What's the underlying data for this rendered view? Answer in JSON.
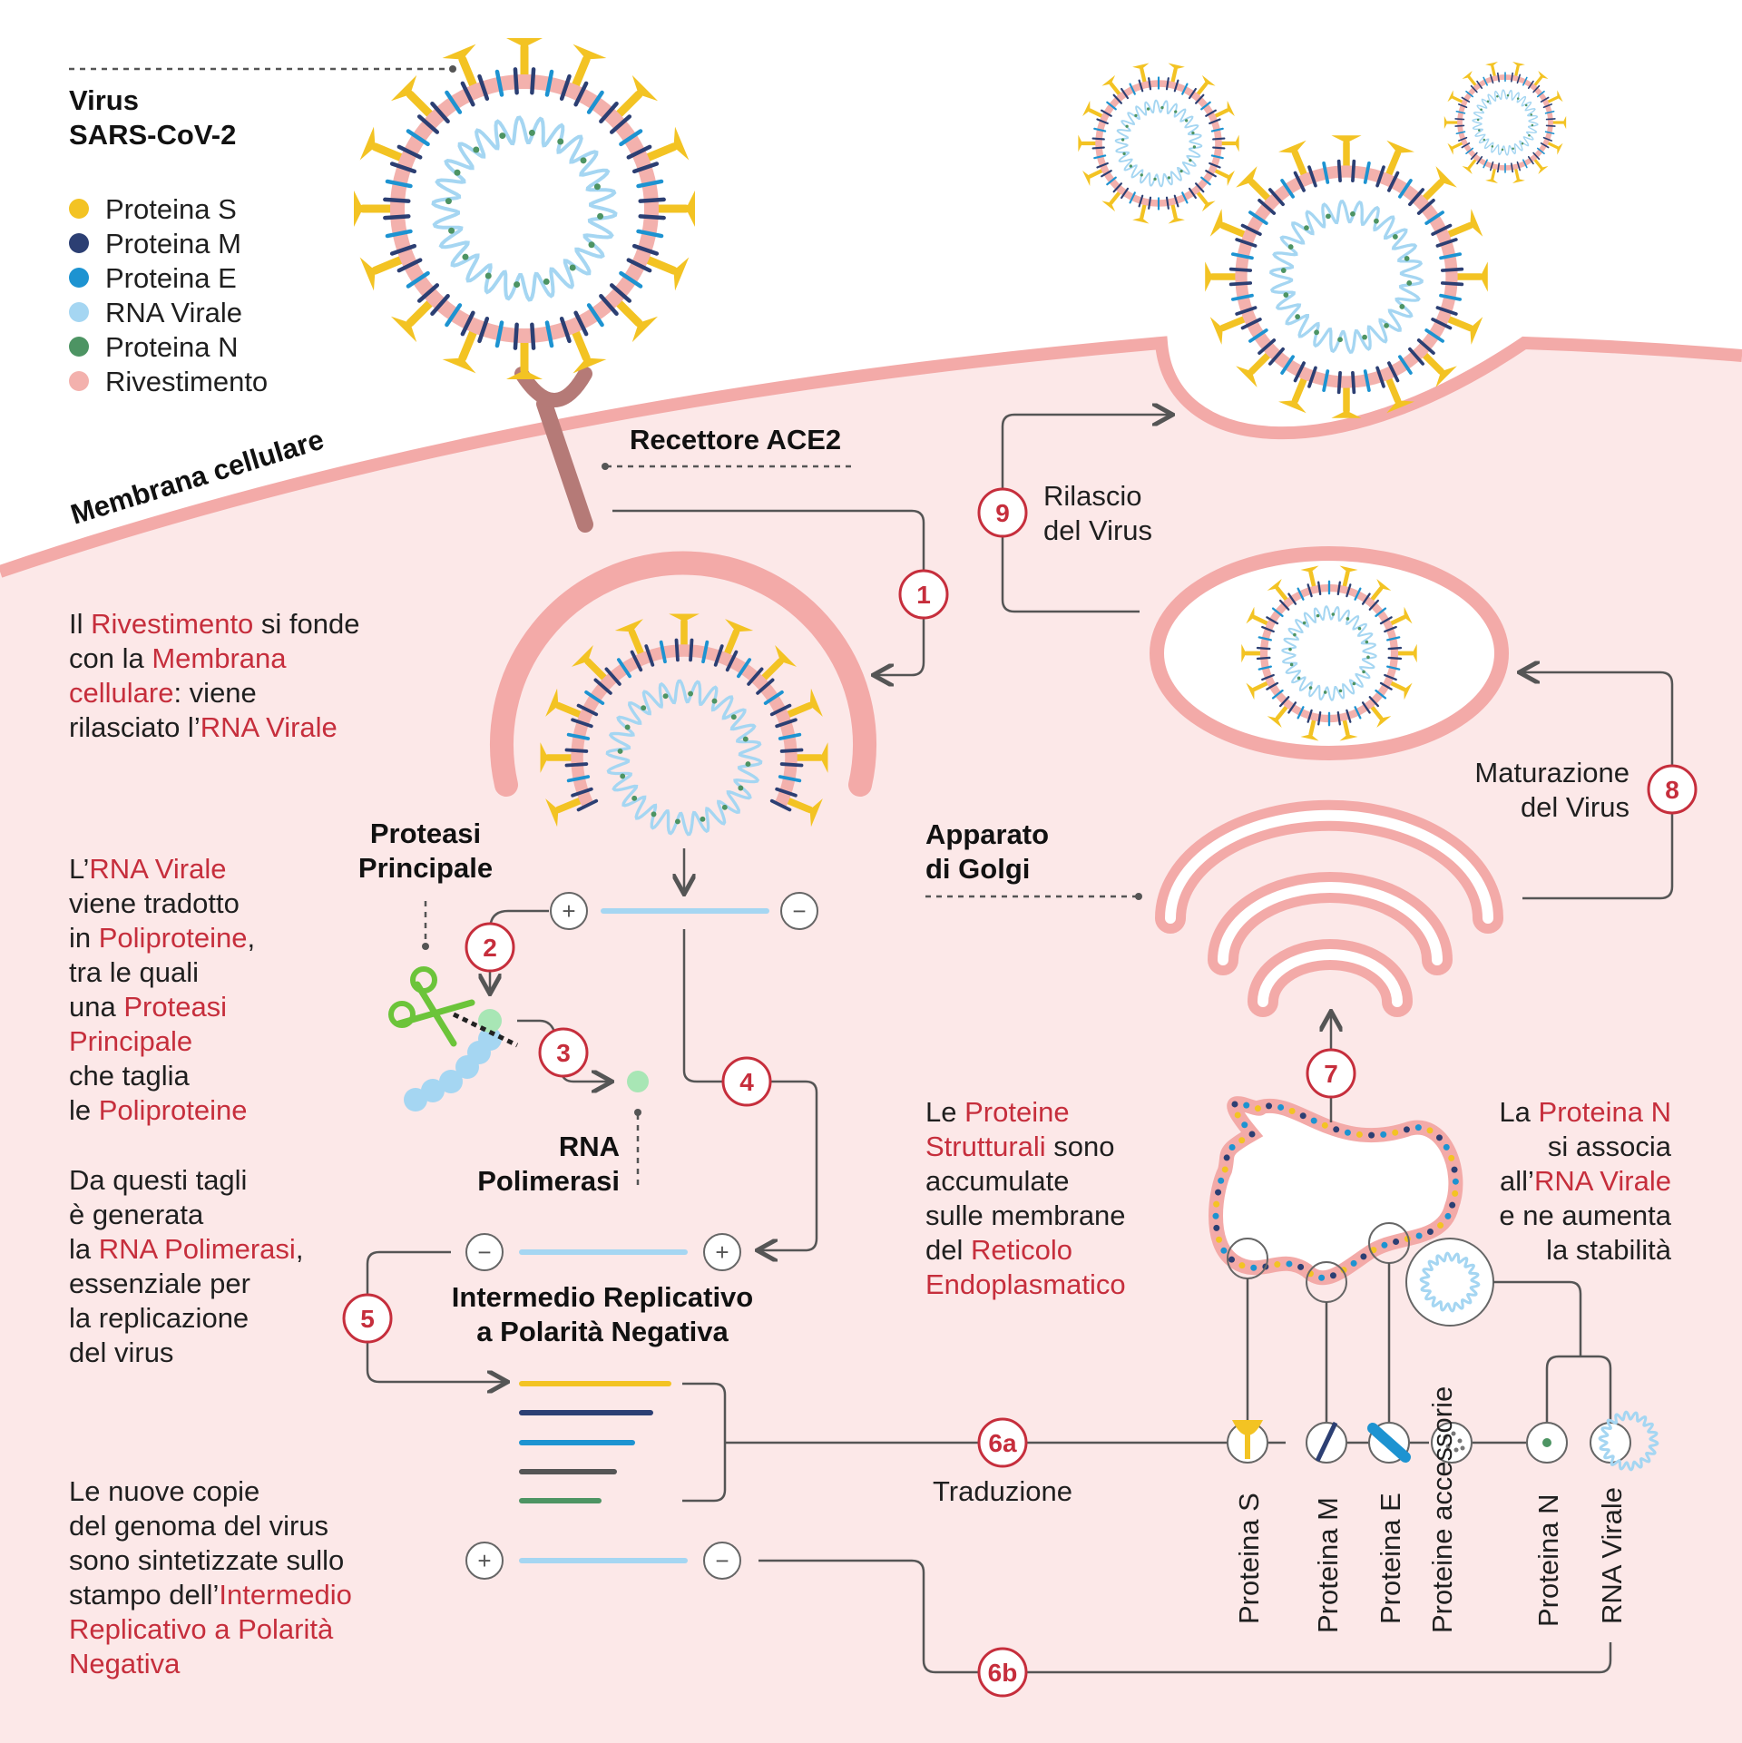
{
  "legend": {
    "title_line1": "Virus",
    "title_line2": "SARS-CoV-2",
    "items": [
      {
        "label": "Proteina S",
        "color": "#f3c323"
      },
      {
        "label": "Proteina M",
        "color": "#2c3f73"
      },
      {
        "label": "Proteina E",
        "color": "#1d93d1"
      },
      {
        "label": "RNA Virale",
        "color": "#a5d6f2"
      },
      {
        "label": "Proteina N",
        "color": "#4d9463"
      },
      {
        "label": "Rivestimento",
        "color": "#f3b1ad"
      }
    ]
  },
  "labels": {
    "membrane": "Membrana cellulare",
    "receptor": "Recettore ACE2",
    "protease_l1": "Proteasi",
    "protease_l2": "Principale",
    "polymerase_l1": "RNA",
    "polymerase_l2": "Polimerasi",
    "intermediate_l1": "Intermedio Replicativo",
    "intermediate_l2": "a Polarità Negativa",
    "golgi_l1": "Apparato",
    "golgi_l2": "di Golgi",
    "release_l1": "Rilascio",
    "release_l2": "del Virus",
    "maturation_l1": "Maturazione",
    "maturation_l2": "del Virus",
    "translation": "Traduzione"
  },
  "steps": [
    "1",
    "2",
    "3",
    "4",
    "5",
    "6a",
    "6b",
    "7",
    "8",
    "9"
  ],
  "signs": {
    "plus": "+",
    "minus": "−"
  },
  "products": [
    "Proteina S",
    "Proteina M",
    "Proteina E",
    "Proteine accessorie",
    "Proteina N",
    "RNA Virale"
  ],
  "text1": [
    [
      [
        "Il ",
        0
      ],
      [
        "Rivestimento",
        1
      ],
      [
        " si fonde",
        0
      ]
    ],
    [
      [
        "con la ",
        0
      ],
      [
        "Membrana",
        1
      ]
    ],
    [
      [
        "cellulare",
        1
      ],
      [
        ": viene",
        0
      ]
    ],
    [
      [
        "rilasciato l’",
        0
      ],
      [
        "RNA Virale",
        1
      ]
    ]
  ],
  "text2": [
    [
      [
        "L’",
        0
      ],
      [
        "RNA Virale",
        1
      ]
    ],
    [
      [
        "viene tradotto",
        0
      ]
    ],
    [
      [
        "in ",
        0
      ],
      [
        "Poliproteine",
        1
      ],
      [
        ",",
        0
      ]
    ],
    [
      [
        "tra le quali",
        0
      ]
    ],
    [
      [
        "una ",
        0
      ],
      [
        "Proteasi",
        1
      ]
    ],
    [
      [
        "Principale",
        1
      ]
    ],
    [
      [
        "che taglia",
        0
      ]
    ],
    [
      [
        "le ",
        0
      ],
      [
        "Poliproteine",
        1
      ]
    ]
  ],
  "text3": [
    [
      [
        "Da questi tagli",
        0
      ]
    ],
    [
      [
        "è generata",
        0
      ]
    ],
    [
      [
        "la ",
        0
      ],
      [
        "RNA Polimerasi",
        1
      ],
      [
        ",",
        0
      ]
    ],
    [
      [
        "essenziale per",
        0
      ]
    ],
    [
      [
        "la replicazione",
        0
      ]
    ],
    [
      [
        "del virus",
        0
      ]
    ]
  ],
  "text4": [
    [
      [
        "Le nuove copie",
        0
      ]
    ],
    [
      [
        "del genoma del virus",
        0
      ]
    ],
    [
      [
        "sono sintetizzate sullo",
        0
      ]
    ],
    [
      [
        "stampo dell’",
        0
      ],
      [
        "Intermedio",
        1
      ]
    ],
    [
      [
        "Replicativo a Polarità",
        1
      ]
    ],
    [
      [
        "Negativa",
        1
      ]
    ]
  ],
  "text5": [
    [
      [
        "Le ",
        0
      ],
      [
        "Proteine",
        1
      ]
    ],
    [
      [
        "Strutturali",
        1
      ],
      [
        " sono",
        0
      ]
    ],
    [
      [
        "accumulate",
        0
      ]
    ],
    [
      [
        "sulle membrane",
        0
      ]
    ],
    [
      [
        "del ",
        0
      ],
      [
        "Reticolo",
        1
      ]
    ],
    [
      [
        "Endoplasmatico",
        1
      ]
    ]
  ],
  "text6": [
    [
      [
        "La ",
        0
      ],
      [
        "Proteina N",
        1
      ]
    ],
    [
      [
        "si associa",
        0
      ]
    ],
    [
      [
        "all’",
        0
      ],
      [
        "RNA Virale",
        1
      ]
    ],
    [
      [
        "e ne aumenta",
        0
      ]
    ],
    [
      [
        "la stabilità",
        0
      ]
    ]
  ]
}
